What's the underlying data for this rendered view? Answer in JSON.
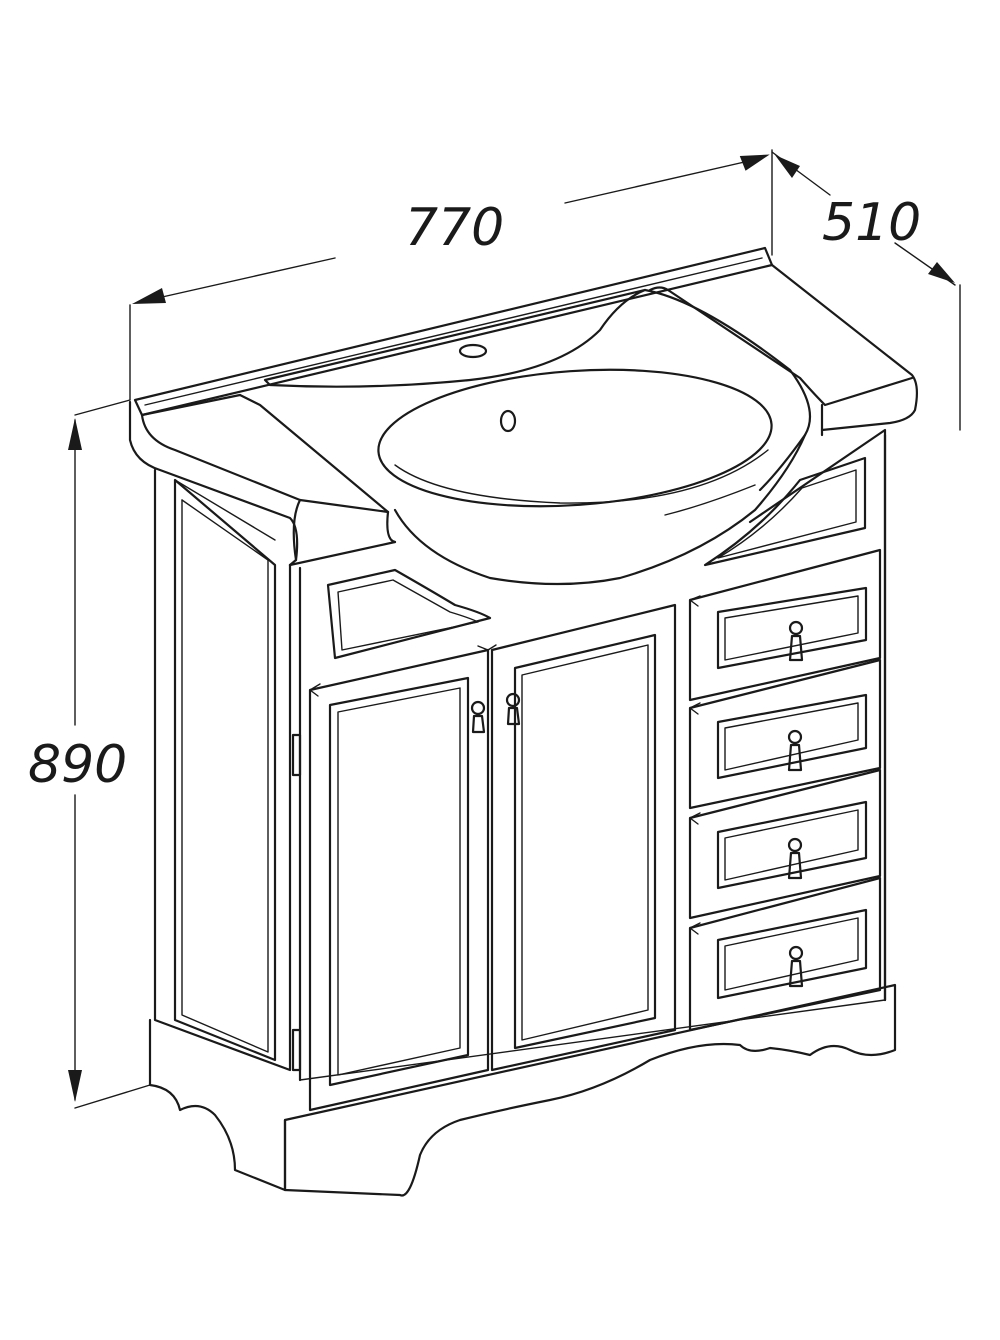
{
  "dimensions": {
    "width": "770",
    "depth": "510",
    "height": "890"
  }
}
